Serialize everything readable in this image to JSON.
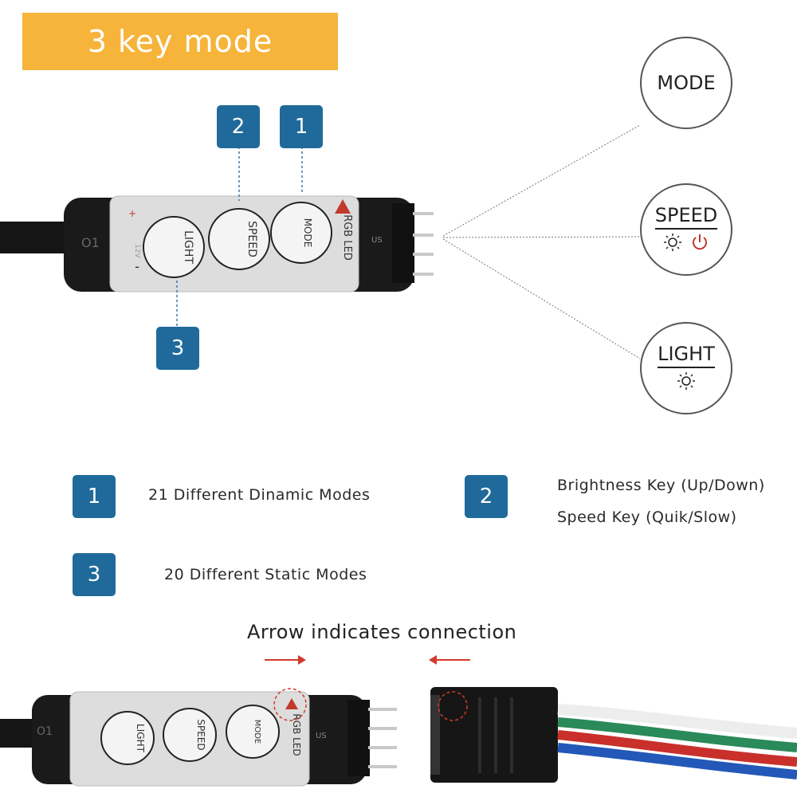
{
  "banner": {
    "title": "3 key mode"
  },
  "badges": {
    "one": "1",
    "two": "2",
    "three": "3"
  },
  "controller": {
    "labels": {
      "light": "LIGHT",
      "speed": "SPEED",
      "mode": "MODE",
      "rgb": "RGB LED",
      "v12": "12V",
      "o1": "O1",
      "plus": "+",
      "minus": "-",
      "us": "US"
    }
  },
  "circles": {
    "mode": "MODE",
    "speed": "SPEED",
    "light": "LIGHT"
  },
  "features": {
    "f1": "21 Different Dinamic Modes",
    "f2_line1": "Brightness Key (Up/Down)",
    "f2_line2": "Speed Key (Quik/Slow)",
    "f3": "20 Different Static Modes"
  },
  "connection": {
    "caption": "Arrow indicates connection"
  },
  "colors": {
    "banner": "#f6b43a",
    "badge": "#1f6a9a",
    "arrow": "#d43a2a",
    "power": "#c0392b"
  }
}
